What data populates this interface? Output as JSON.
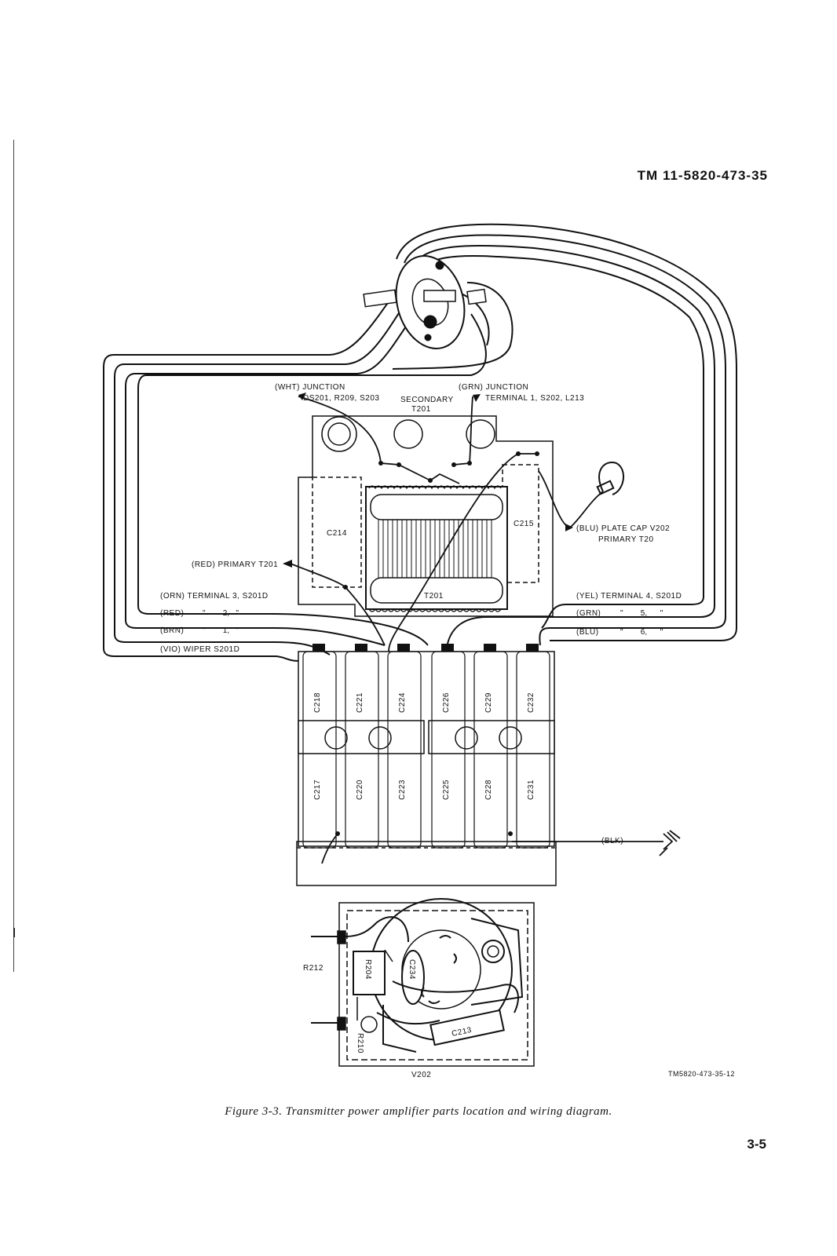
{
  "header": {
    "doc_number": "TM 11-5820-473-35"
  },
  "figure": {
    "id": "TM5820-473-35-12",
    "caption": "Figure 3-3. Transmitter power amplifier parts location and wiring diagram.",
    "page_number": "3-5"
  },
  "labels": {
    "wht_junction": "(WHT) JUNCTION",
    "wht_junction_detail": "DS201, R209, S203",
    "secondary": "SECONDARY",
    "secondary_t201": "T201",
    "grn_junction": "(GRN) JUNCTION",
    "grn_junction_detail": "TERMINAL 1, S202, L213",
    "red_primary": "(RED) PRIMARY T201",
    "blu_plate_cap": "(BLU) PLATE CAP V202",
    "blu_primary": "PRIMARY T20",
    "c214": "C214",
    "c215": "C215",
    "t201": "T201",
    "orn_terminal": "(ORN) TERMINAL 3, S201D",
    "red_2": "(RED)",
    "red_2_detail": "\"        2,   \"",
    "brn_1": "(BRN)",
    "brn_1_detail": "\"        1,   \"",
    "vio_wiper": "(VIO) WIPER  S201D",
    "yel_terminal": "(YEL) TERMINAL  4,  S201D",
    "grn_5": "(GRN)",
    "grn_5_detail": "\"        5,      \"",
    "blu_6": "(BLU)",
    "blu_6_detail": "\"        6,      \"",
    "blk": "(BLK)",
    "r212": "R212",
    "r204": "R204",
    "c234": "C234",
    "c213": "C213",
    "r210": "R210",
    "v202": "V202"
  },
  "capacitors_top": [
    "C218",
    "C221",
    "C224",
    "C226",
    "C229",
    "C232"
  ],
  "capacitors_bottom": [
    "C217",
    "C220",
    "C223",
    "C225",
    "C228",
    "C231"
  ]
}
